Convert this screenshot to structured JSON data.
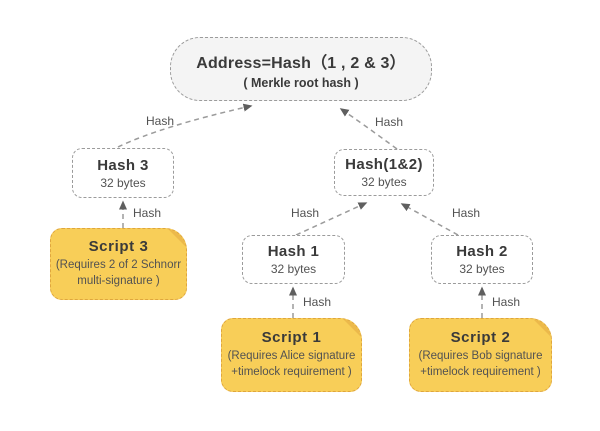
{
  "diagram": {
    "root": {
      "title": "Address=Hash（1 , 2 & 3）",
      "subtitle": "( Merkle root hash )"
    },
    "nodes": {
      "hash3": {
        "title": "Hash 3",
        "subtitle": "32 bytes"
      },
      "hash12": {
        "title": "Hash(1&2)",
        "subtitle": "32 bytes"
      },
      "hash1": {
        "title": "Hash 1",
        "subtitle": "32 bytes"
      },
      "hash2": {
        "title": "Hash 2",
        "subtitle": "32 bytes"
      },
      "script3": {
        "title": "Script 3",
        "line1": "(Requires 2 of 2 Schnorr",
        "line2": "multi-signature )"
      },
      "script1": {
        "title": "Script 1",
        "line1": "(Requires Alice signature",
        "line2": "+timelock requirement )"
      },
      "script2": {
        "title": "Script 2",
        "line1": "(Requires Bob signature",
        "line2": "+timelock requirement )"
      }
    },
    "edge_label": "Hash",
    "colors": {
      "script_fill": "#F8CE58",
      "script_border": "#DFA63E",
      "fold_shade": "#ECB94B",
      "line_gray": "#9B9B9B",
      "arrow_color": "#5F5F5F",
      "root_fill": "#F4F4F4",
      "text_dark": "#3A3A3A",
      "text_body": "#525252"
    }
  }
}
